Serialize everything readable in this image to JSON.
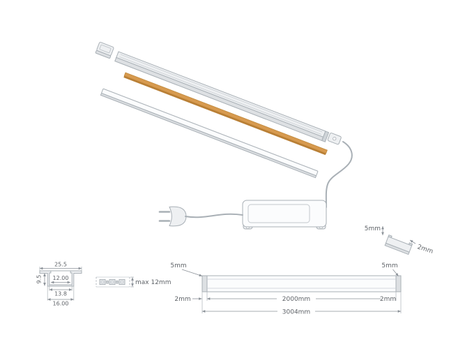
{
  "colors": {
    "background": "#ffffff",
    "outline": "#a9b0b6",
    "outline_soft": "#c9ced3",
    "dimension": "#8a9097",
    "text": "#5f6368",
    "fill_light": "#eef0f2",
    "fill_mid": "#dde0e3",
    "fill_white": "#fbfcfd",
    "led_top": "#d79a4f",
    "led_side": "#b97f35"
  },
  "clip_detail": {
    "height_label": "5mm",
    "thickness_label": "2mm"
  },
  "cross_section": {
    "top_width_label": "25.5",
    "height_label": "9.5",
    "opening_label": "12.00",
    "inner_width_label": "13.8",
    "base_width_label": "16.00"
  },
  "strip_detail": {
    "max_width_label": "max 12mm"
  },
  "front_view": {
    "left_endcap_label": "5mm",
    "right_endcap_label": "5mm",
    "left_gap_label": "2mm",
    "length_label": "2000mm",
    "right_gap_label": "2mm",
    "total_label": "3004mm"
  }
}
